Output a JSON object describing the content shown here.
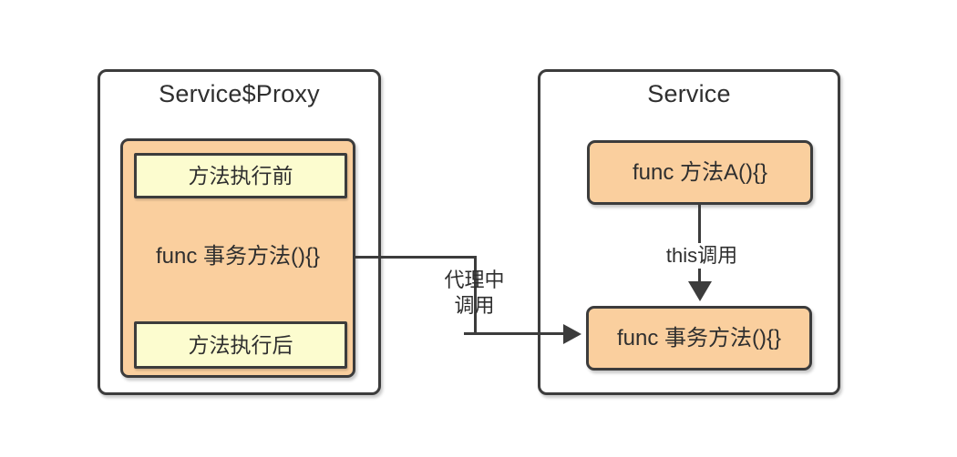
{
  "diagram": {
    "type": "flow-diagram",
    "background_color": "#ffffff",
    "palette": {
      "border": "#3c3c3c",
      "method_box_fill": "#facf9e",
      "advice_box_fill": "#fcfccf",
      "panel_fill": "#ffffff",
      "text": "#2f2f2f"
    },
    "panels": [
      {
        "id": "proxy",
        "title": "Service$Proxy",
        "boxes": [
          {
            "id": "proxy-method",
            "label": "func 事务方法(){}",
            "fill": "#facf9e"
          },
          {
            "id": "before-advice",
            "label": "方法执行前",
            "fill": "#fcfccf"
          },
          {
            "id": "after-advice",
            "label": "方法执行后",
            "fill": "#fcfccf"
          }
        ]
      },
      {
        "id": "service",
        "title": "Service",
        "boxes": [
          {
            "id": "service-method-a",
            "label": "func 方法A(){}",
            "fill": "#facf9e"
          },
          {
            "id": "service-tx-method",
            "label": "func 事务方法(){}",
            "fill": "#facf9e"
          }
        ]
      }
    ],
    "edges": [
      {
        "id": "proxy-to-service",
        "from": "proxy-method",
        "to": "service-tx-method",
        "label_line1": "代理中",
        "label_line2": "调用",
        "arrowhead": "right"
      },
      {
        "id": "this-call",
        "from": "service-method-a",
        "to": "service-tx-method",
        "label_line1": "this调用",
        "arrowhead": "down"
      }
    ]
  }
}
